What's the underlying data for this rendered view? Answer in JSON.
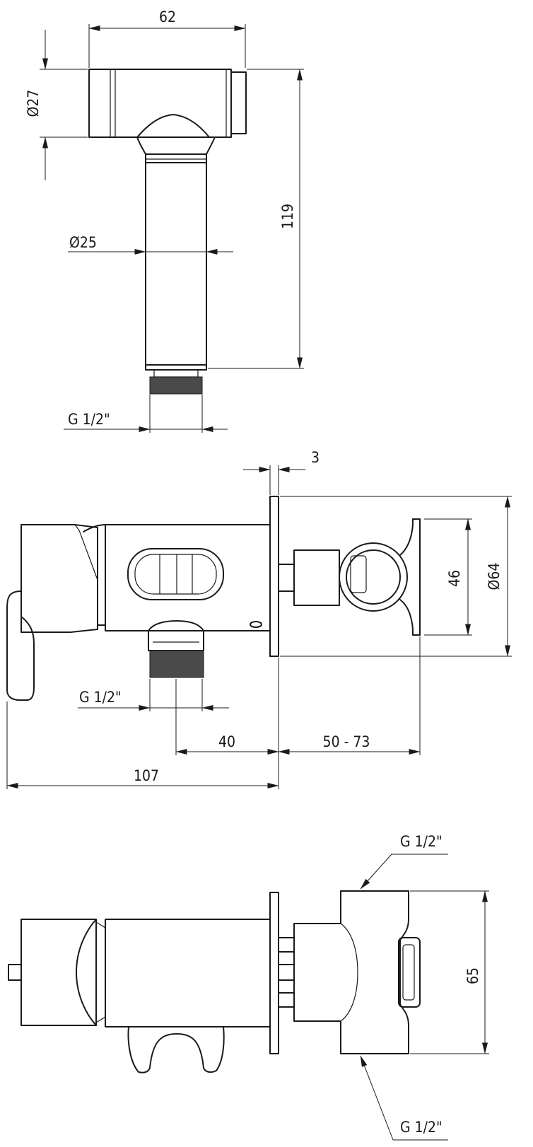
{
  "top_view": {
    "dim_width": "62",
    "dim_head_dia": "Ø27",
    "dim_body_dia": "Ø25",
    "dim_height": "119",
    "dim_thread": "G 1/2\""
  },
  "middle_view": {
    "dim_flange_thickness": "3",
    "dim_holder_height": "46",
    "dim_flange_dia": "Ø64",
    "dim_thread": "G 1/2\"",
    "dim_outlet_offset": "40",
    "dim_projection": "50 - 73",
    "dim_total_length": "107"
  },
  "bottom_view": {
    "dim_thread_top": "G 1/2\"",
    "dim_body_height": "65",
    "dim_thread_bottom": "G 1/2\""
  }
}
